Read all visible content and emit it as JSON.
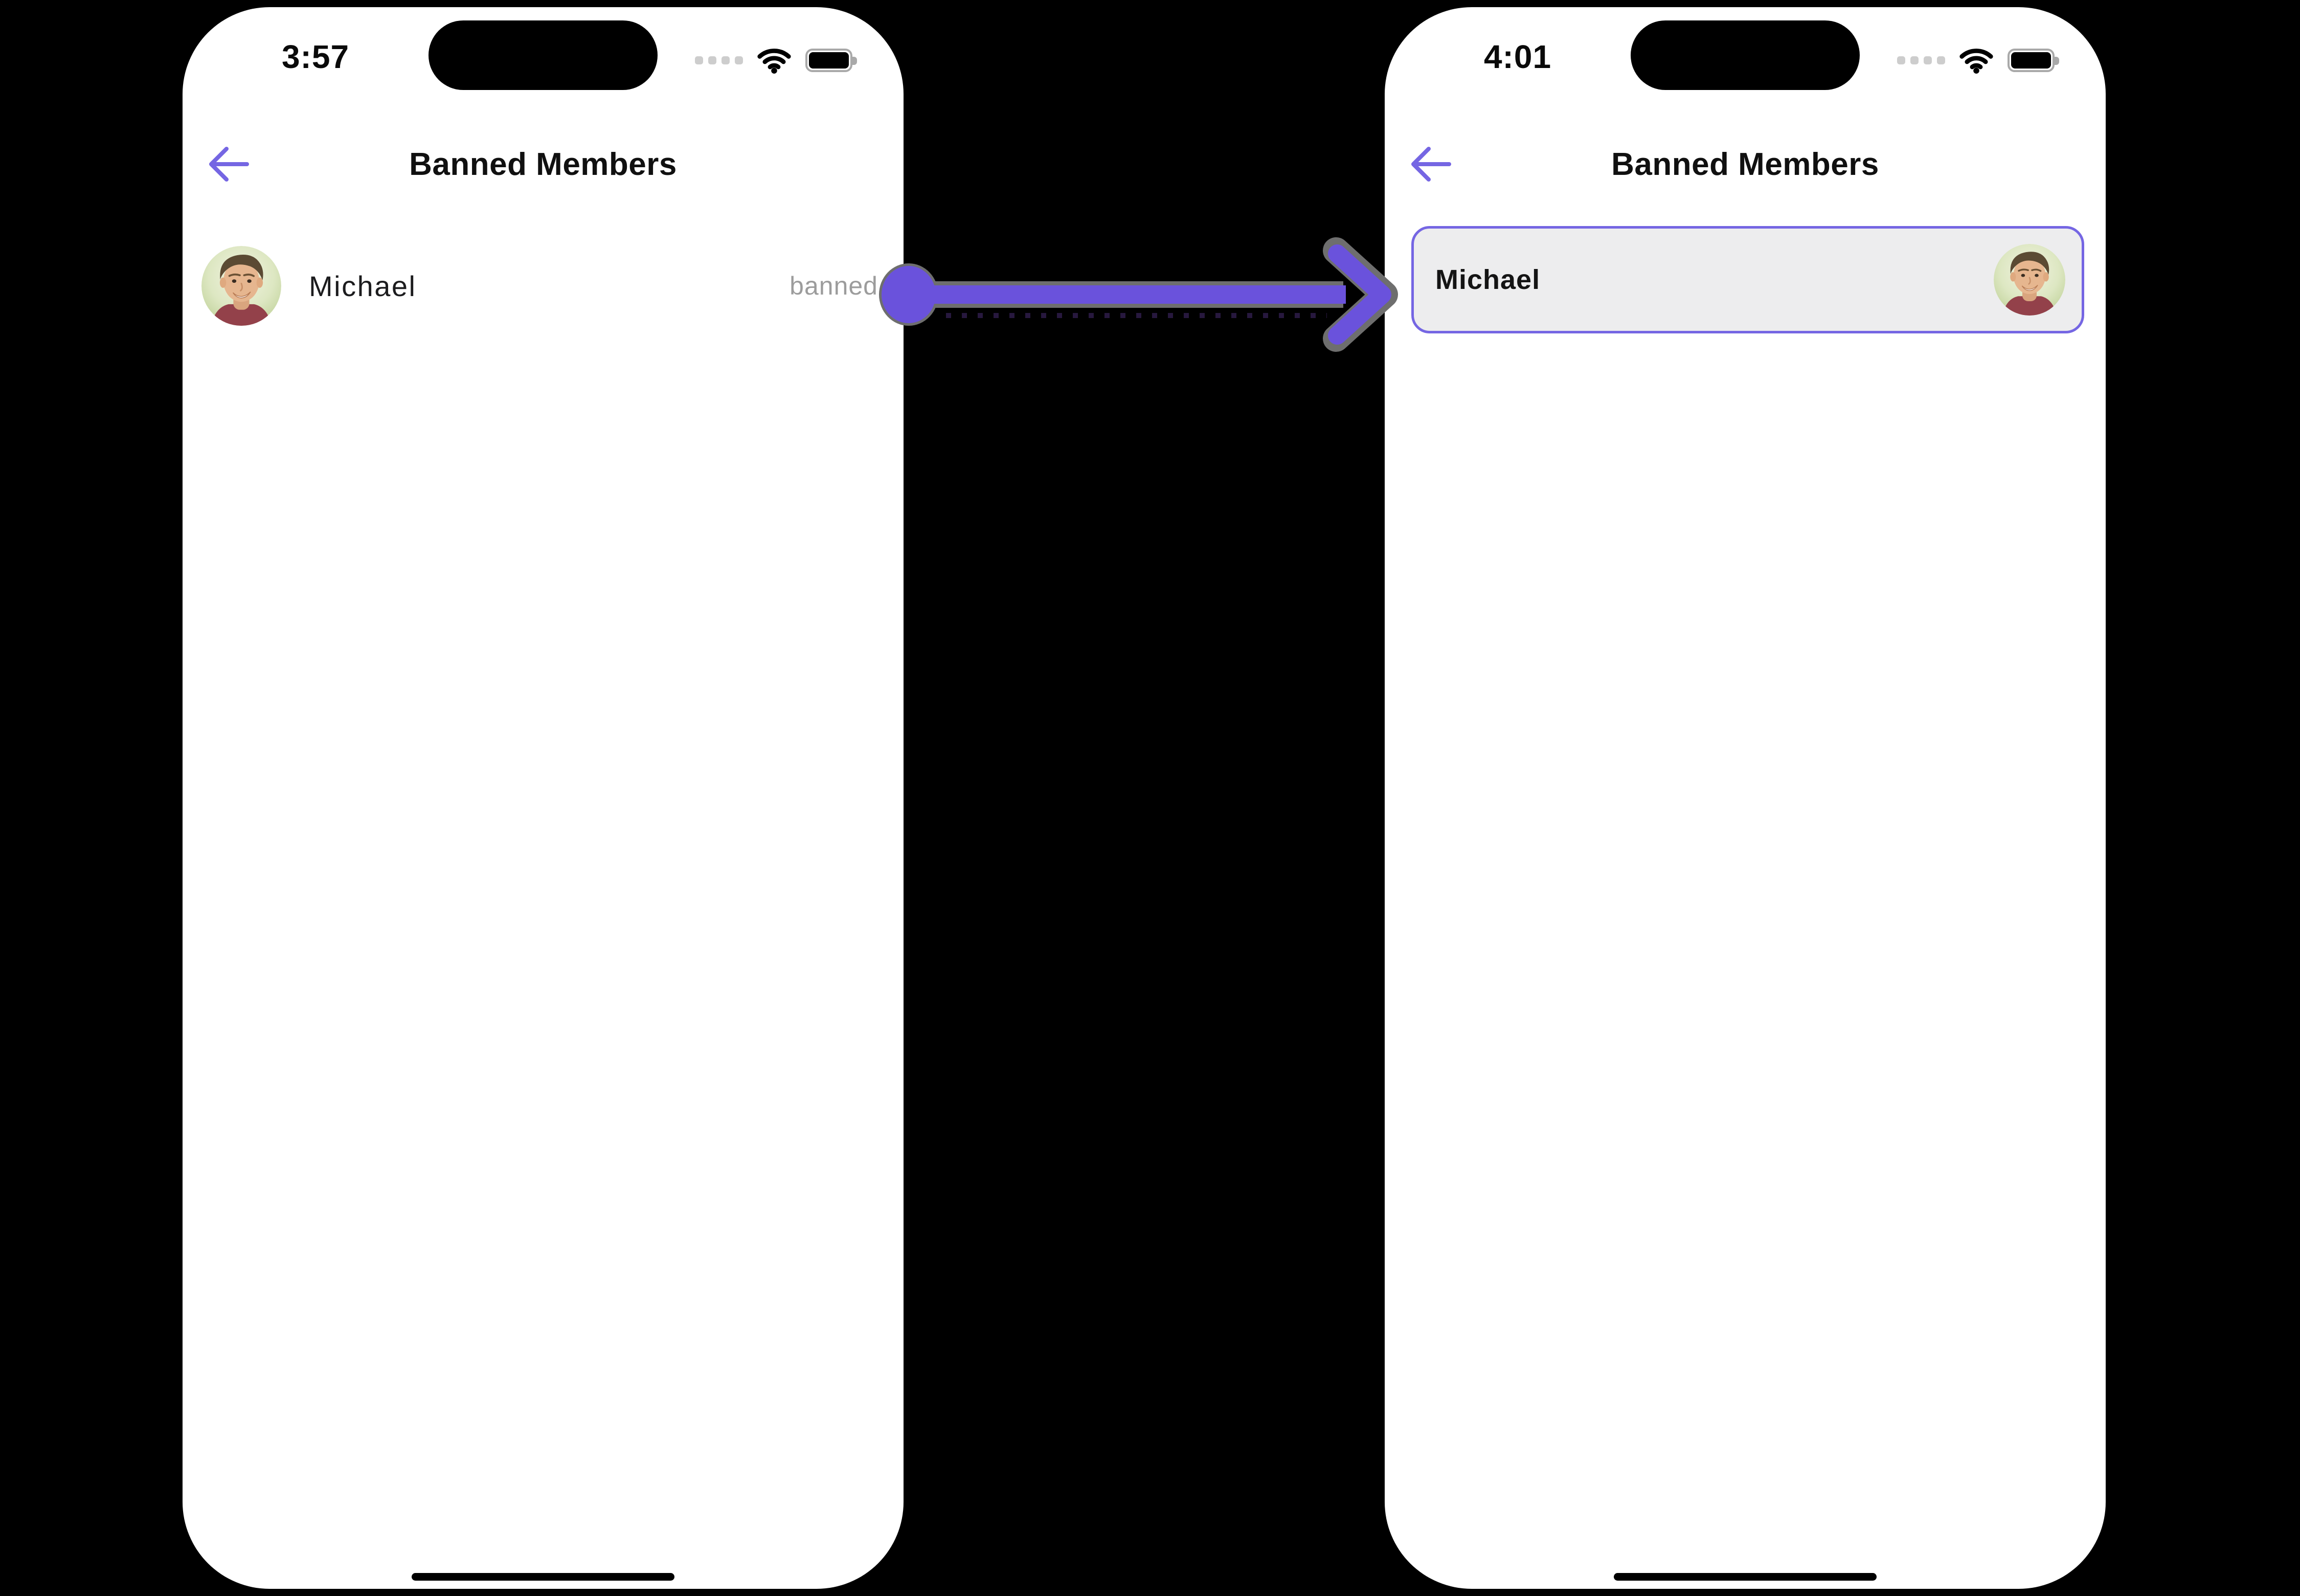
{
  "colors": {
    "background": "#000000",
    "phone_background": "#ffffff",
    "ui_purple": "#7566e3",
    "annotation_purple": "#6a52dc",
    "annotation_shadow": "#6e6e6e",
    "card_background": "#ededee",
    "banned_text": "#9c9c9c",
    "primary_text": "#101010"
  },
  "icons": {
    "back_arrow": "left-arrow",
    "wifi": "wifi-waves",
    "cellular": "four-dots",
    "battery": "battery-full-black",
    "annotation": "right-arrow-connector"
  },
  "phones": {
    "left": {
      "status_bar": {
        "time": "3:57"
      },
      "header": {
        "title": "Banned Members"
      },
      "members": [
        {
          "name": "Michael",
          "status": "banned"
        }
      ]
    },
    "right": {
      "status_bar": {
        "time": "4:01"
      },
      "header": {
        "title": "Banned Members"
      },
      "members": [
        {
          "name": "Michael"
        }
      ]
    }
  }
}
